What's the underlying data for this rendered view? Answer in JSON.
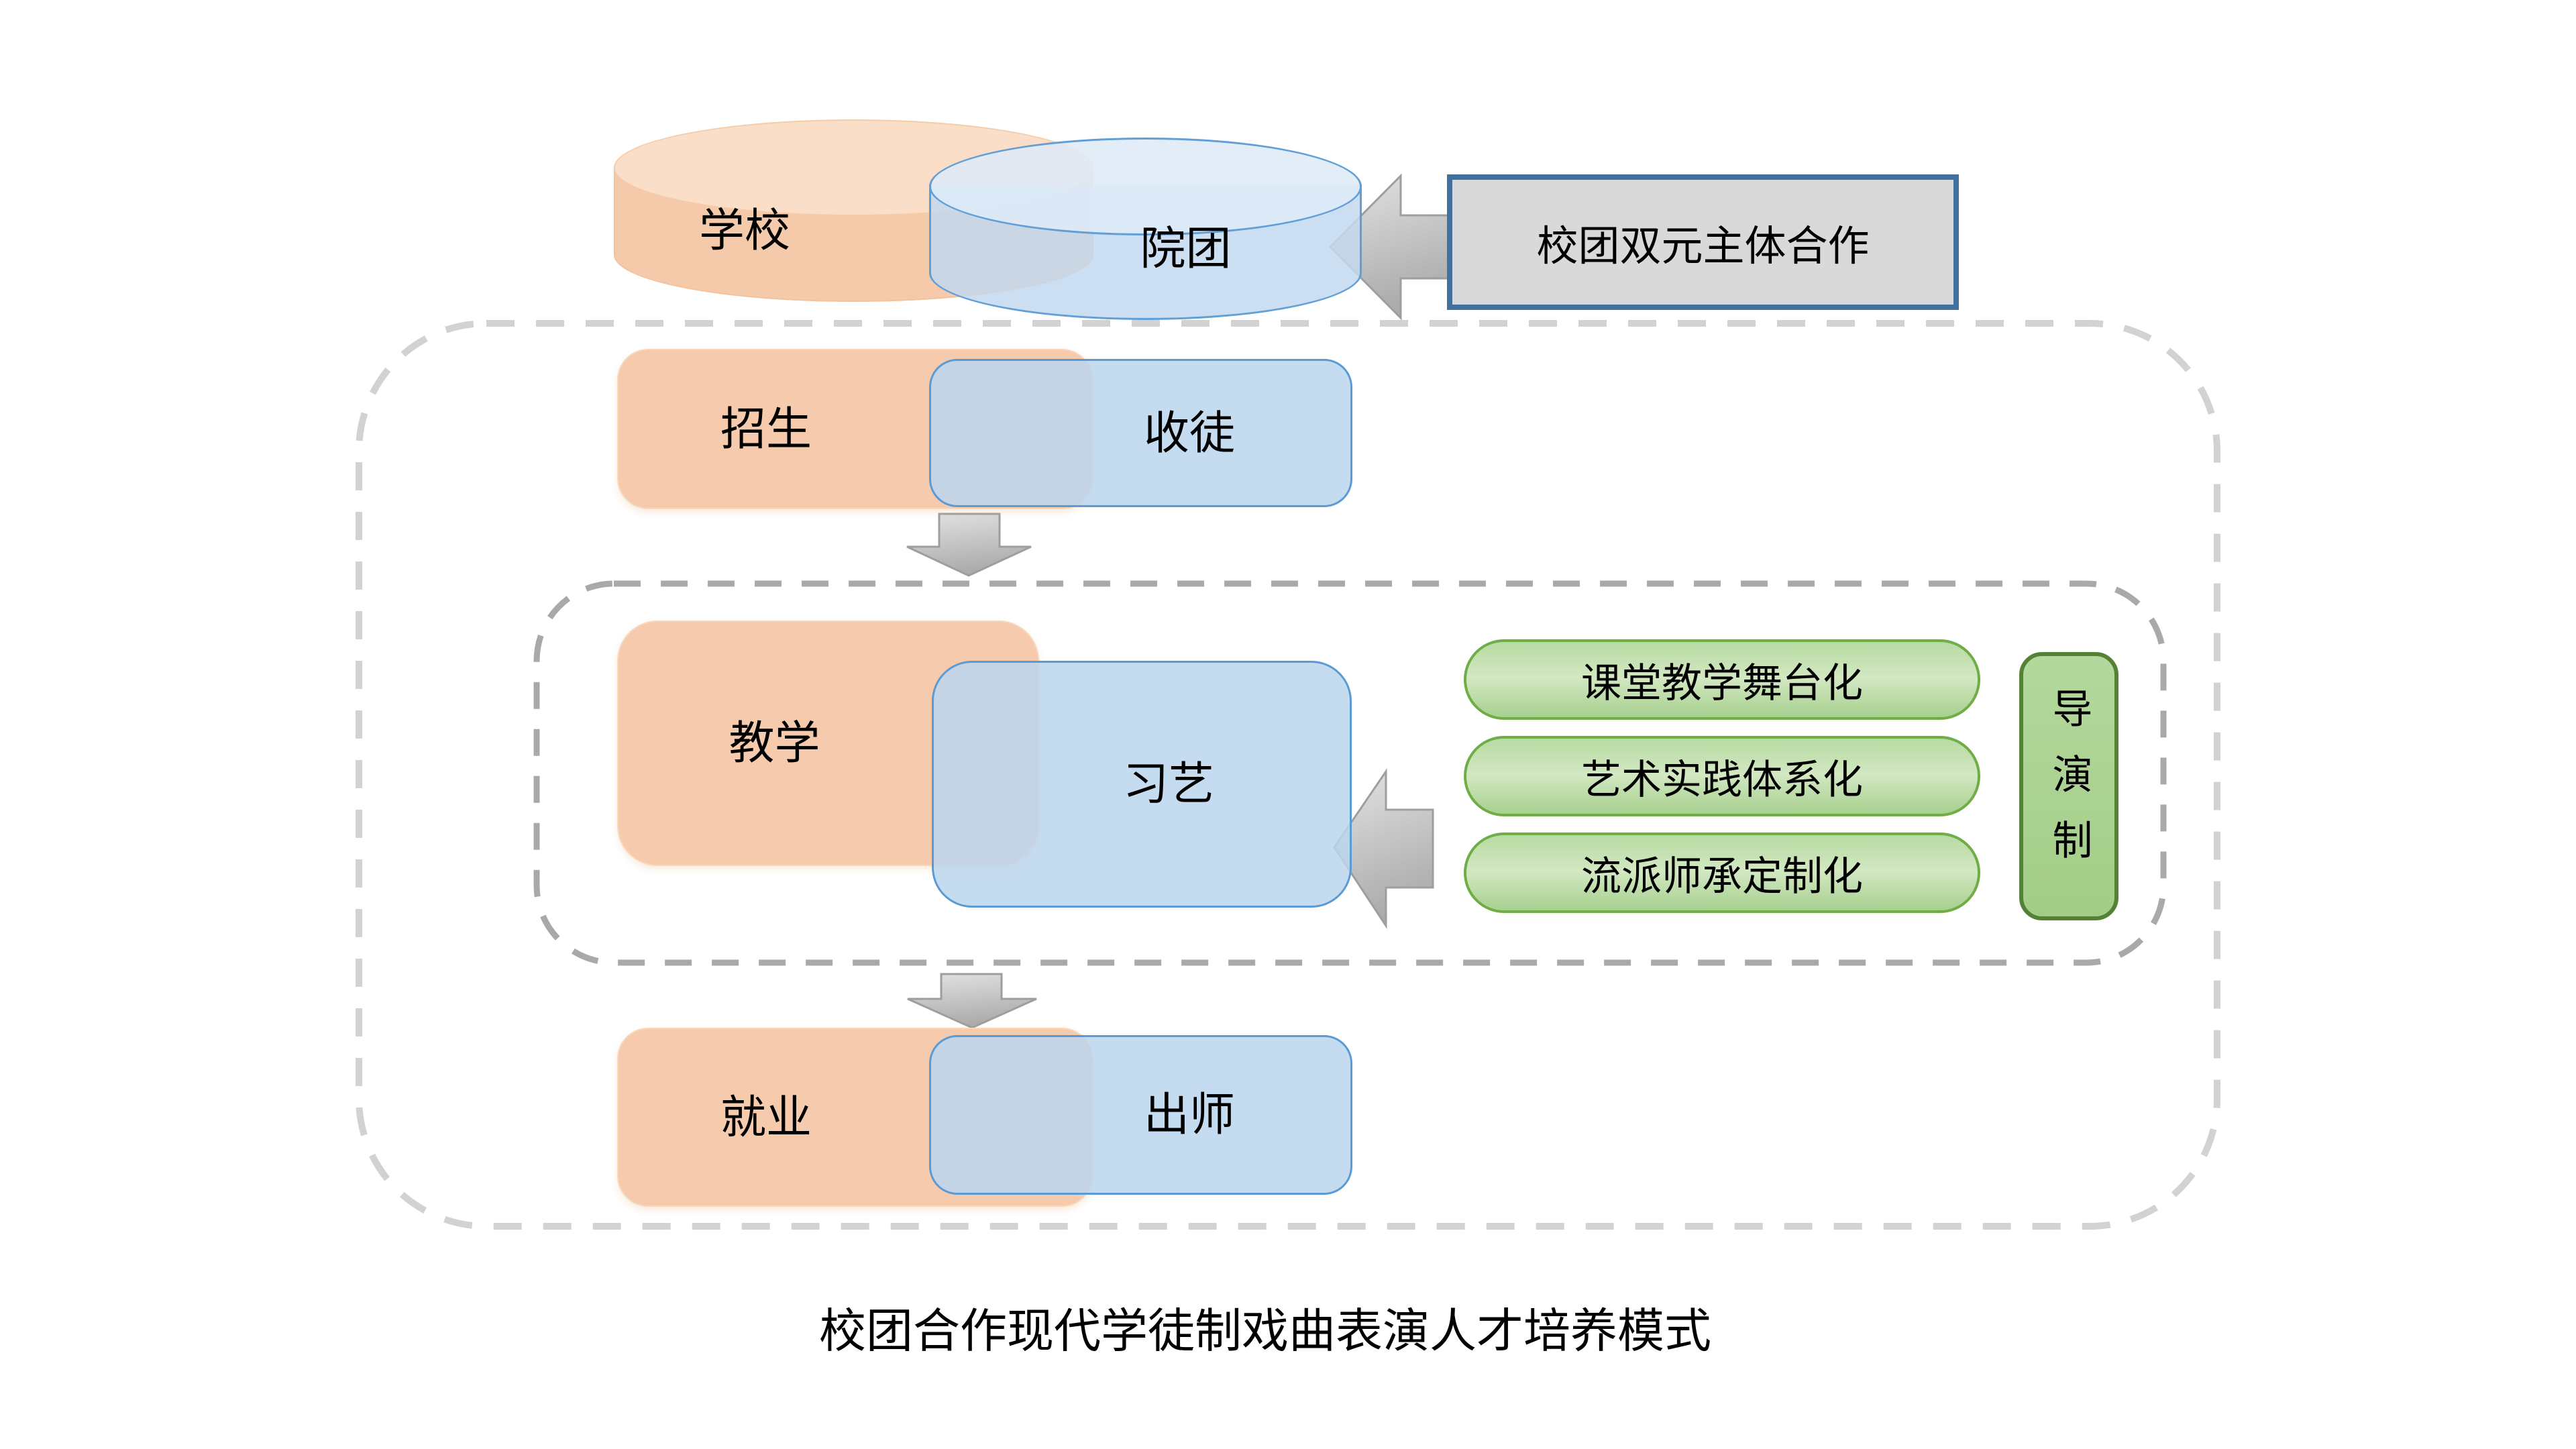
{
  "diagram": {
    "top": {
      "school": "学校",
      "troupe": "院团",
      "cooperation": "校团双元主体合作"
    },
    "rows": [
      {
        "left": "招生",
        "right": "收徒"
      },
      {
        "left": "教学",
        "right": "习艺"
      },
      {
        "left": "就业",
        "right": "出师"
      }
    ],
    "methods": [
      "课堂教学舞台化",
      "艺术实践体系化",
      "流派师承定制化"
    ],
    "director": "导演制",
    "caption": "校团合作现代学徒制戏曲表演人才培养模式",
    "colors": {
      "orange_fill": "#f6cbad",
      "blue_fill": "#bdd7ee",
      "blue_border": "#5b9bd5",
      "green_pill_fill": "#c5e0b4",
      "green_pill_border": "#70ad47",
      "director_fill": "#a9d18e",
      "director_border": "#538135",
      "coop_fill": "#d9d9d9",
      "coop_border": "#41719c",
      "outer_dash": "#d2d2d2",
      "inner_dash": "#a9a9a9",
      "arrow_gray": "#c4c4c4"
    }
  }
}
